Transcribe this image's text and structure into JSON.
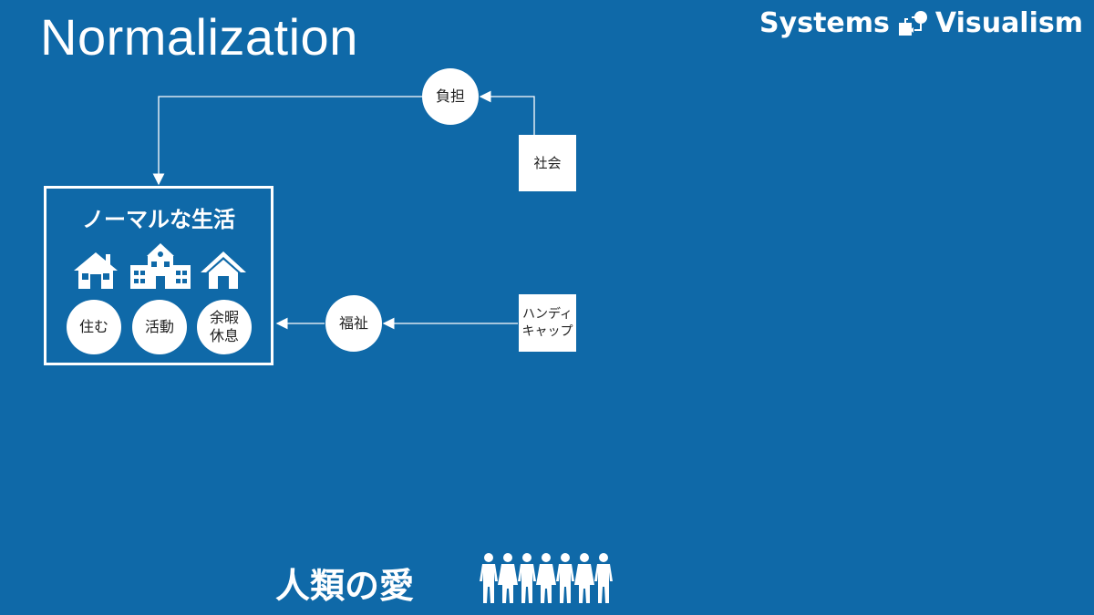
{
  "title": "Normalization",
  "brand": {
    "left": "Systems",
    "right": "Visualism"
  },
  "nodes": {
    "burden": "負担",
    "society": "社会",
    "welfare": "福祉",
    "handicap": "ハンディ\nキャップ"
  },
  "life": {
    "title": "ノーマルな生活",
    "icons": [
      "house-icon",
      "school-icon",
      "home-icon"
    ],
    "items": [
      {
        "label": "住む"
      },
      {
        "label": "活動"
      },
      {
        "label": "余暇\n休息"
      }
    ]
  },
  "footer": {
    "text": "人類の愛",
    "icon": "people-group-icon"
  },
  "colors": {
    "background": "#0f69a8",
    "foreground": "#ffffff",
    "text_dark": "#222222"
  }
}
